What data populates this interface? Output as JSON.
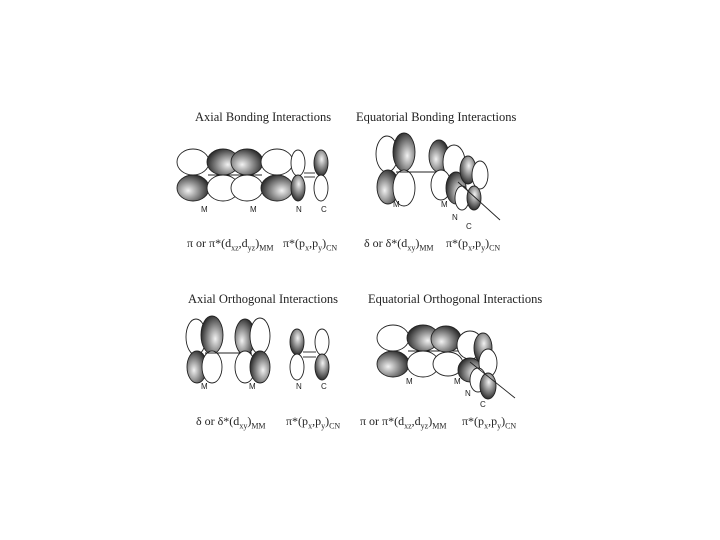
{
  "panels": {
    "axial_bonding": {
      "title": "Axial Bonding Interactions",
      "caption_left_html": "π or π*(d<sub>xz</sub>,d<sub>yz</sub>)<sub>MM</sub>",
      "caption_right_html": "π*(p<sub>x</sub>,p<sub>y</sub>)<sub>CN</sub>",
      "labels": [
        "M",
        "M",
        "N",
        "C"
      ]
    },
    "equatorial_bonding": {
      "title": "Equatorial Bonding Interactions",
      "caption_left_html": "δ or δ*(d<sub>xy</sub>)<sub>MM</sub>",
      "caption_right_html": "π*(p<sub>x</sub>,p<sub>y</sub>)<sub>CN</sub>",
      "labels": [
        "M",
        "M",
        "N",
        "C"
      ]
    },
    "axial_orthogonal": {
      "title": "Axial Orthogonal Interactions",
      "caption_left_html": "δ or δ*(d<sub>xy</sub>)<sub>MM</sub>",
      "caption_right_html": "π*(p<sub>x</sub>,p<sub>y</sub>)<sub>CN</sub>",
      "labels": [
        "M",
        "M",
        "N",
        "C"
      ]
    },
    "equatorial_orthogonal": {
      "title": "Equatorial Orthogonal Interactions",
      "caption_left_html": "π or π*(d<sub>xz</sub>,d<sub>yz</sub>)<sub>MM</sub>",
      "caption_right_html": "π*(p<sub>x</sub>,p<sub>y</sub>)<sub>CN</sub>",
      "labels": [
        "M",
        "M",
        "N",
        "C"
      ]
    }
  }
}
